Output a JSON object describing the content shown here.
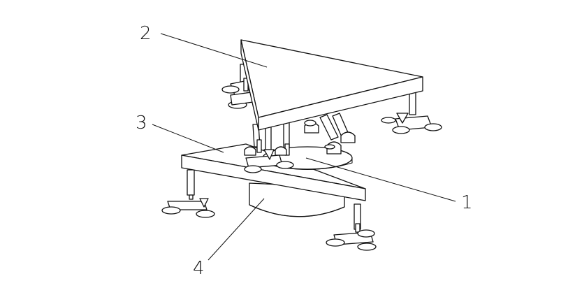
{
  "labels": {
    "l1": "1",
    "l2": "2",
    "l3": "3",
    "l4": "4"
  },
  "colors": {
    "line": "#111111",
    "background": "#ffffff"
  }
}
